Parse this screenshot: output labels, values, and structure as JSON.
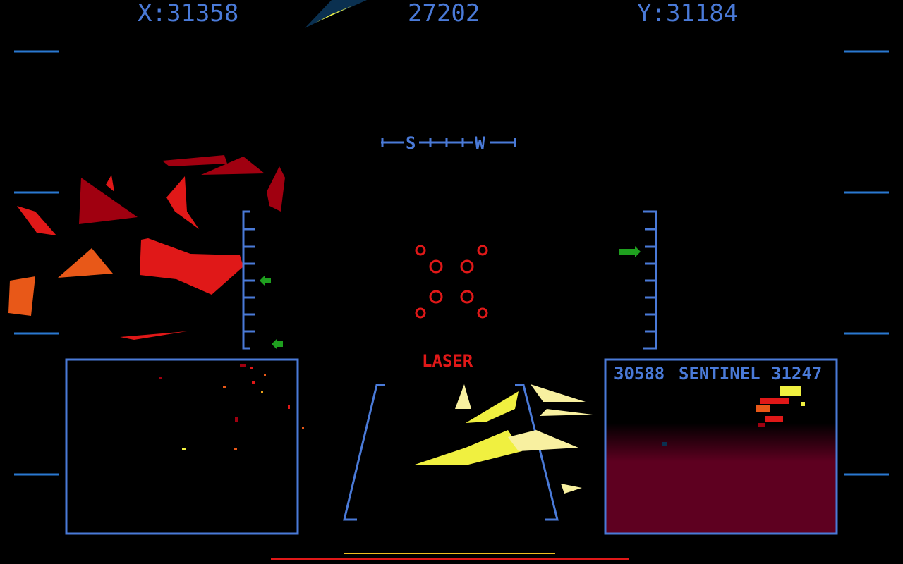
{
  "hud": {
    "x_coord": "X:31358",
    "altitude": "27202",
    "y_coord": "Y:31184",
    "compass": [
      "S",
      "W"
    ],
    "weapon": "LASER"
  },
  "target_panel": {
    "left_value": "30588",
    "name": "SENTINEL",
    "right_value": "31247"
  },
  "colors": {
    "hud_blue": "#4a7ad8",
    "weapon_red": "#e01818",
    "ground_maroon": "#5e0020",
    "marker_green": "#1fa01f"
  }
}
